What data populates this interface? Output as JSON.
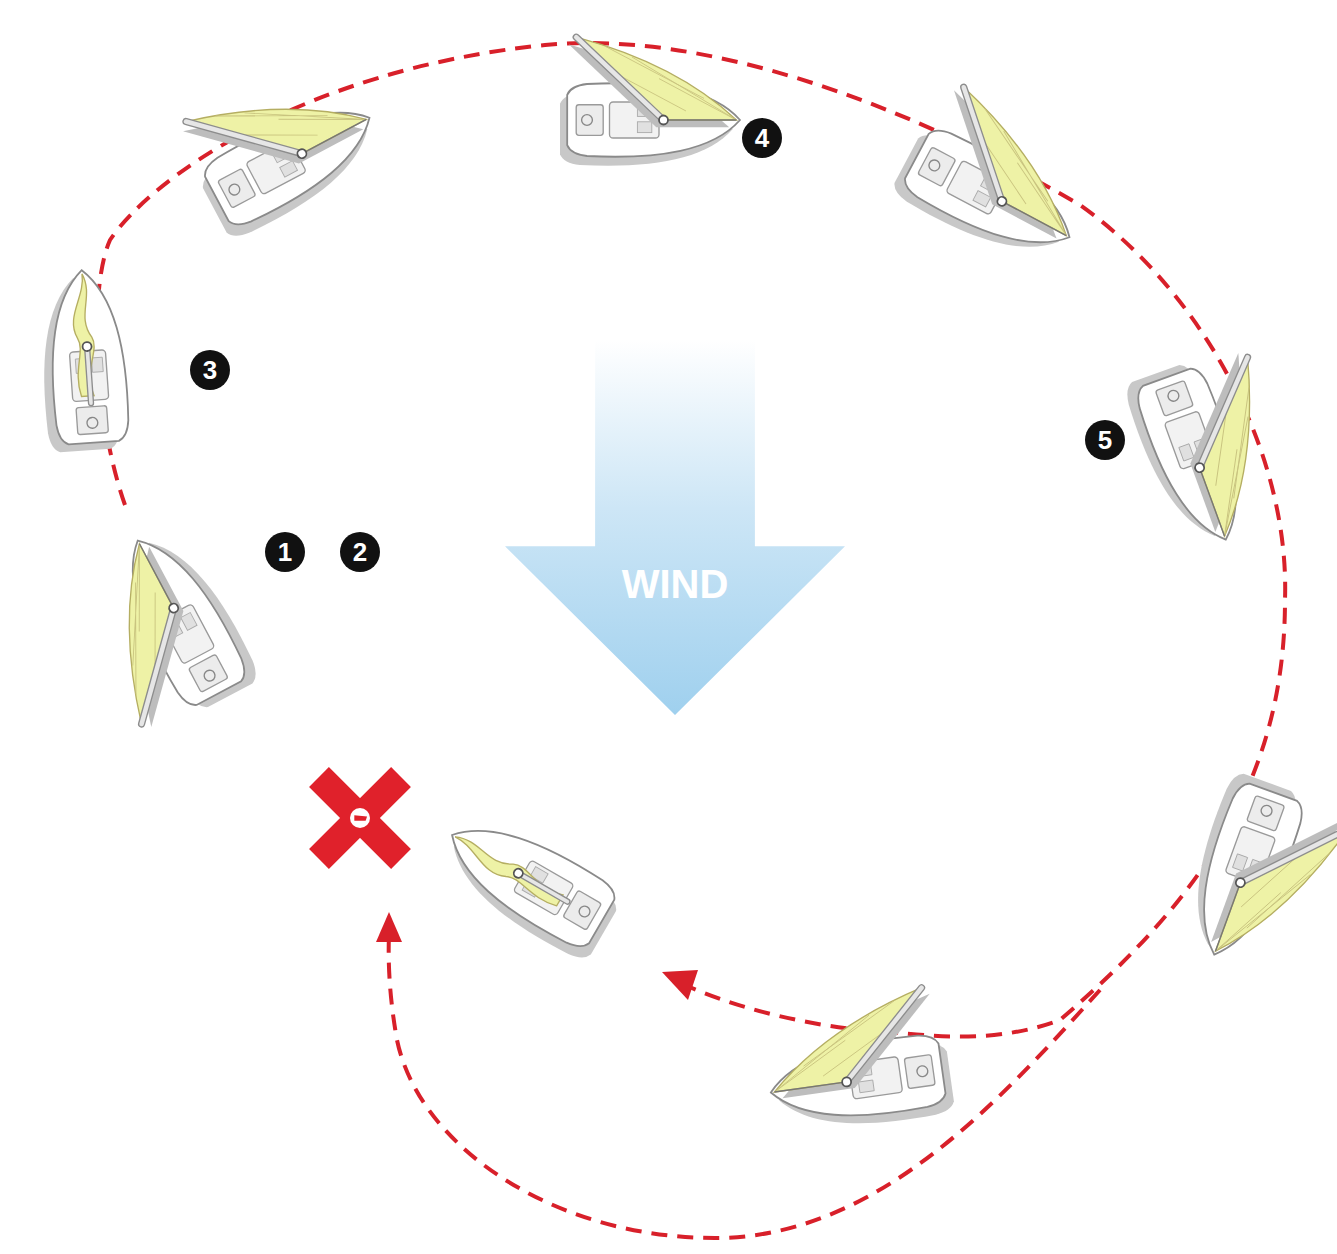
{
  "diagram": {
    "nodes": [
      {
        "text": [
          "WIND"
        ]
      }
    ],
    "labels": [
      "1",
      "2",
      "3",
      "4",
      "5"
    ]
  }
}
